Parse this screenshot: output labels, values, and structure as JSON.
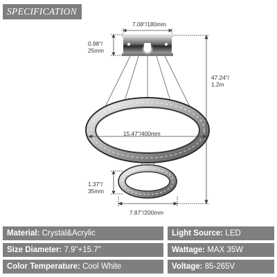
{
  "banner": {
    "title": "SPECIFICATION"
  },
  "dimensions": {
    "canopy_width": "7.08\"/180mm",
    "canopy_height_in": "0.98\"/",
    "canopy_height_mm": "25mm",
    "total_height_in": "47.24\"/",
    "total_height_m": "1.2m",
    "large_ring_diameter": "15.47\"/400mm",
    "small_ring_height_in": "1.37\"/",
    "small_ring_height_mm": "35mm",
    "small_ring_diameter": "7.87\"/200mm"
  },
  "specs": {
    "rows": [
      {
        "left": {
          "label": "Material:",
          "value": "Crystal&Acrylic"
        },
        "right": {
          "label": "Light Source:",
          "value": "LED"
        }
      },
      {
        "left": {
          "label": "Size Diameter:",
          "value": "7.9\"+15.7\""
        },
        "right": {
          "label": "Wattage:",
          "value": "MAX 35W"
        }
      },
      {
        "left": {
          "label": "Color Temperature:",
          "value": "Cool White"
        },
        "right": {
          "label": "Voltage:",
          "value": "85-265V"
        }
      }
    ]
  },
  "colors": {
    "banner_bg": "#7f7f7f",
    "spec_bg": "#7f7f7f",
    "text_on_gray": "#ffffff"
  }
}
